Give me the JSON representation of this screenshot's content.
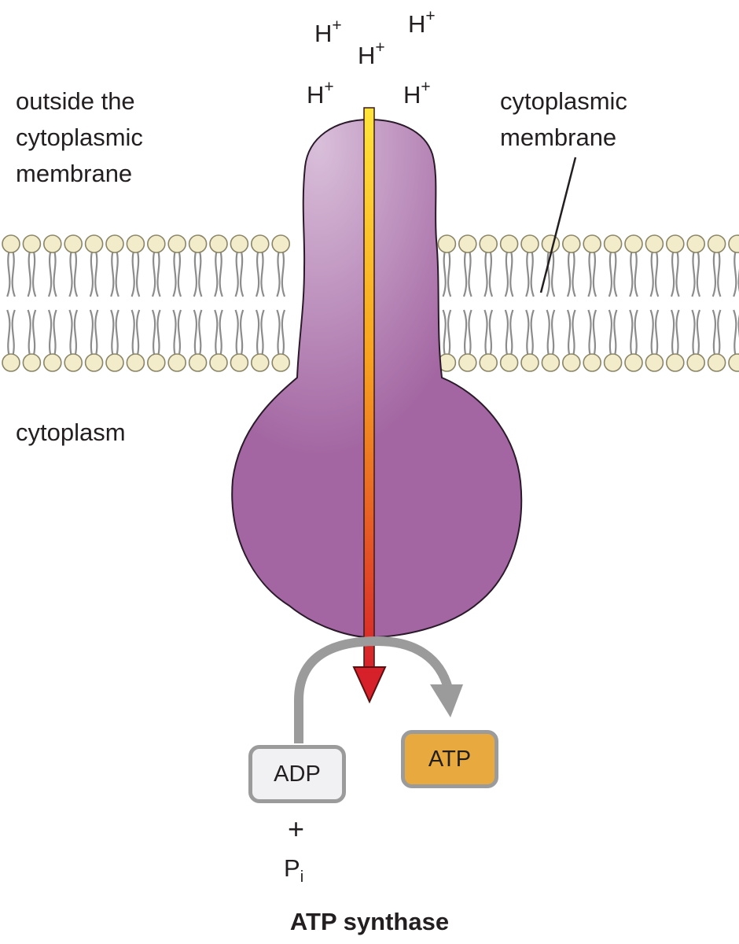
{
  "labels": {
    "outside": [
      "outside the",
      "cytoplasmic",
      "membrane"
    ],
    "membrane": [
      "cytoplasmic",
      "membrane"
    ],
    "cytoplasm": "cytoplasm"
  },
  "protons": {
    "symbol": "H",
    "charge": "+",
    "count": 5
  },
  "reaction": {
    "substrate": "ADP",
    "plus": "+",
    "phosphate_symbol": "P",
    "phosphate_subscript": "i",
    "product": "ATP"
  },
  "caption": "ATP synthase",
  "colors": {
    "protein": "#a366a2",
    "protein_light": "#d9bfda",
    "arrow_top": "#ffe53a",
    "arrow_bottom": "#d6202a",
    "lipid_head": "#f2eccb",
    "lipid_tail": "#8c8c8c",
    "atp_fill": "#e8aa3e",
    "adp_fill": "#f1f1f3",
    "connector": "#9b9b9b"
  }
}
